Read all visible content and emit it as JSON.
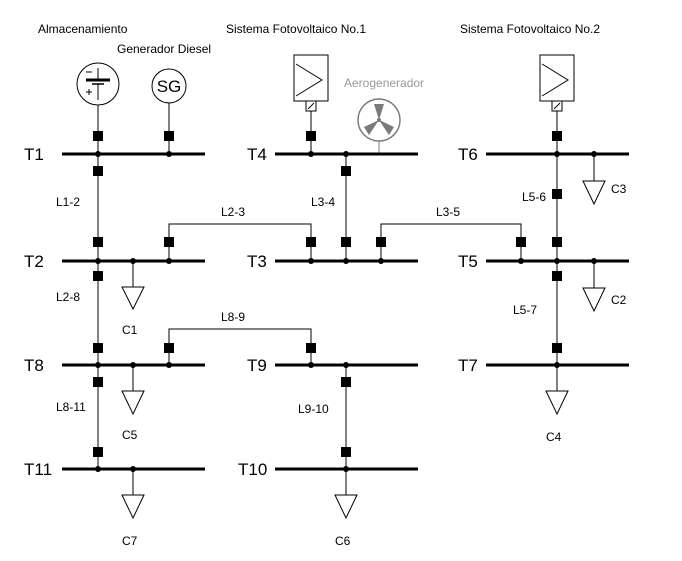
{
  "sources": {
    "storage": "Almacenamiento",
    "diesel": "Generador Diesel",
    "diesel_symbol": "SG",
    "pv1": "Sistema Fotovoltaico No.1",
    "pv2": "Sistema Fotovoltaico No.2",
    "wind": "Aerogenerador"
  },
  "buses": {
    "T1": "T1",
    "T2": "T2",
    "T3": "T3",
    "T4": "T4",
    "T5": "T5",
    "T6": "T6",
    "T7": "T7",
    "T8": "T8",
    "T9": "T9",
    "T10": "T10",
    "T11": "T11"
  },
  "lines": {
    "L1_2": "L1-2",
    "L2_3": "L2-3",
    "L3_4": "L3-4",
    "L3_5": "L3-5",
    "L5_6": "L5-6",
    "L5_7": "L5-7",
    "L2_8": "L2-8",
    "L8_9": "L8-9",
    "L8_11": "L8-11",
    "L9_10": "L9-10"
  },
  "loads": {
    "C1": "C1",
    "C2": "C2",
    "C3": "C3",
    "C4": "C4",
    "C5": "C5",
    "C6": "C6",
    "C7": "C7"
  },
  "colors": {
    "wind_label": "#9a9a9a",
    "wind_symbol": "#7a7a7a"
  }
}
